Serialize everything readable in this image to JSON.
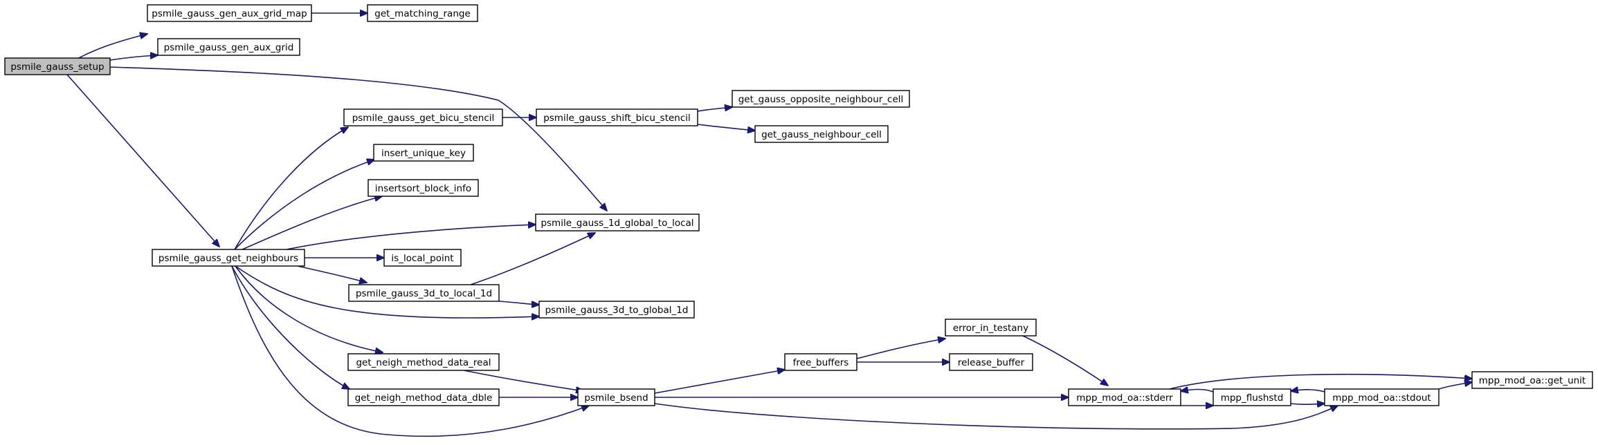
{
  "colors": {
    "edge": "#191970",
    "node_fill": "#ffffff",
    "root_fill": "#bfbfbf",
    "border": "#000000"
  },
  "nodes": [
    {
      "id": "setup",
      "label": "psmile_gauss_setup",
      "root": true
    },
    {
      "id": "gen_map",
      "label": "psmile_gauss_gen_aux_grid_map"
    },
    {
      "id": "match",
      "label": "get_matching_range"
    },
    {
      "id": "gen_grid",
      "label": "psmile_gauss_gen_aux_grid"
    },
    {
      "id": "bicu",
      "label": "psmile_gauss_get_bicu_stencil"
    },
    {
      "id": "shift",
      "label": "psmile_gauss_shift_bicu_stencil"
    },
    {
      "id": "opp",
      "label": "get_gauss_opposite_neighbour_cell"
    },
    {
      "id": "neighcell",
      "label": "get_gauss_neighbour_cell"
    },
    {
      "id": "ins_key",
      "label": "insert_unique_key"
    },
    {
      "id": "ins_sort",
      "label": "insertsort_block_info"
    },
    {
      "id": "g2l",
      "label": "psmile_gauss_1d_global_to_local"
    },
    {
      "id": "neigh",
      "label": "psmile_gauss_get_neighbours"
    },
    {
      "id": "islocal",
      "label": "is_local_point"
    },
    {
      "id": "l3d",
      "label": "psmile_gauss_3d_to_local_1d"
    },
    {
      "id": "g3d",
      "label": "psmile_gauss_3d_to_global_1d"
    },
    {
      "id": "real",
      "label": "get_neigh_method_data_real"
    },
    {
      "id": "dble",
      "label": "get_neigh_method_data_dble"
    },
    {
      "id": "bsend",
      "label": "psmile_bsend"
    },
    {
      "id": "free",
      "label": "free_buffers"
    },
    {
      "id": "err",
      "label": "error_in_testany"
    },
    {
      "id": "rel",
      "label": "release_buffer"
    },
    {
      "id": "stderr",
      "label": "mpp_mod_oa::stderr"
    },
    {
      "id": "flush",
      "label": "mpp_flushstd"
    },
    {
      "id": "stdout",
      "label": "mpp_mod_oa::stdout"
    },
    {
      "id": "unit",
      "label": "mpp_mod_oa::get_unit"
    }
  ],
  "edges": [
    {
      "from": "setup",
      "to": "gen_map"
    },
    {
      "from": "gen_map",
      "to": "match"
    },
    {
      "from": "setup",
      "to": "gen_grid"
    },
    {
      "from": "setup",
      "to": "g2l"
    },
    {
      "from": "setup",
      "to": "neigh"
    },
    {
      "from": "bicu",
      "to": "shift"
    },
    {
      "from": "shift",
      "to": "opp"
    },
    {
      "from": "shift",
      "to": "neighcell"
    },
    {
      "from": "neigh",
      "to": "bicu"
    },
    {
      "from": "neigh",
      "to": "ins_key"
    },
    {
      "from": "neigh",
      "to": "ins_sort"
    },
    {
      "from": "neigh",
      "to": "g2l"
    },
    {
      "from": "neigh",
      "to": "islocal"
    },
    {
      "from": "neigh",
      "to": "l3d"
    },
    {
      "from": "neigh",
      "to": "g3d"
    },
    {
      "from": "neigh",
      "to": "real"
    },
    {
      "from": "neigh",
      "to": "dble"
    },
    {
      "from": "neigh",
      "to": "bsend"
    },
    {
      "from": "l3d",
      "to": "g2l"
    },
    {
      "from": "l3d",
      "to": "g3d"
    },
    {
      "from": "real",
      "to": "bsend"
    },
    {
      "from": "dble",
      "to": "bsend"
    },
    {
      "from": "bsend",
      "to": "free"
    },
    {
      "from": "bsend",
      "to": "stderr"
    },
    {
      "from": "bsend",
      "to": "stdout"
    },
    {
      "from": "free",
      "to": "err"
    },
    {
      "from": "free",
      "to": "rel"
    },
    {
      "from": "err",
      "to": "stderr"
    },
    {
      "from": "stderr",
      "to": "flush"
    },
    {
      "from": "stderr",
      "to": "unit"
    },
    {
      "from": "flush",
      "to": "stderr"
    },
    {
      "from": "flush",
      "to": "stdout"
    },
    {
      "from": "stdout",
      "to": "flush"
    },
    {
      "from": "stdout",
      "to": "unit"
    }
  ]
}
